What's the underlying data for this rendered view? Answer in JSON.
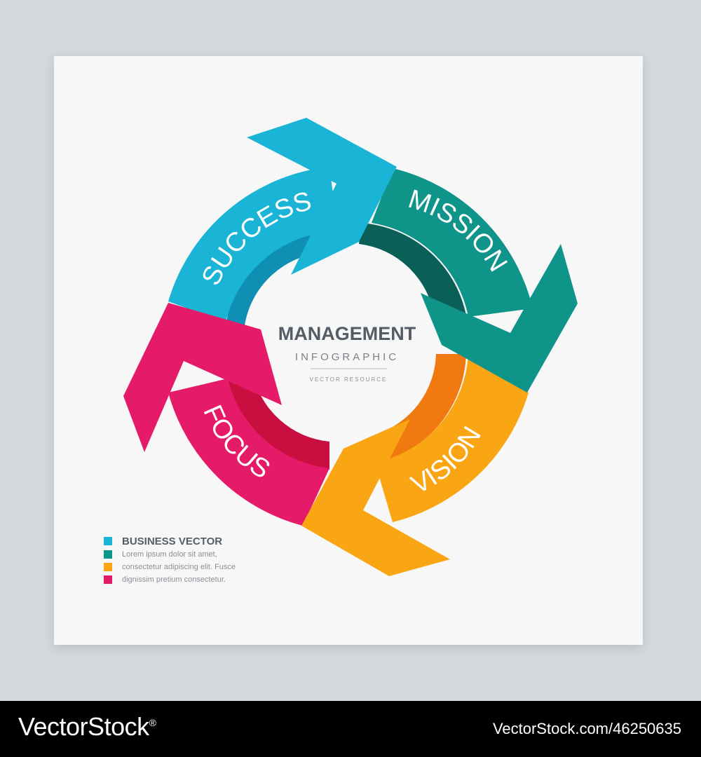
{
  "center": {
    "title": "MANAGEMENT",
    "subtitle": "INFOGRAPHIC",
    "tagline": "VECTOR RESOURCE"
  },
  "segments": [
    {
      "label": "SUCCESS",
      "color": "#19b4d6",
      "shade": "#0f8fb3"
    },
    {
      "label": "MISSION",
      "color": "#0e9488",
      "shade": "#0a5f56"
    },
    {
      "label": "VISION",
      "color": "#f9a514",
      "shade": "#f07a10"
    },
    {
      "label": "FOCUS",
      "color": "#e51a68",
      "shade": "#c80f3f"
    }
  ],
  "legend": {
    "title": "BUSINESS VECTOR",
    "lines": [
      "Lorem ipsum dolor sit amet,",
      "consectetur adipiscing elit. Fusce",
      "dignissim pretium consectetur."
    ],
    "colors": [
      "#19b4d6",
      "#0e9488",
      "#f9a514",
      "#e51a68"
    ]
  },
  "footer": {
    "brand": "VectorStock",
    "brand_mark": "®",
    "ref": "VectorStock.com/46250635"
  }
}
